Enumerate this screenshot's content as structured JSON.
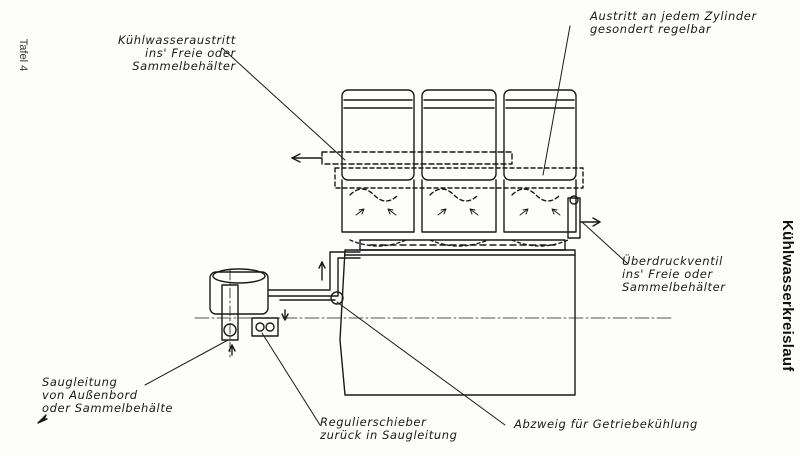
{
  "plate_label": "Tafel 4",
  "title": "Kühlwasserkreislauf",
  "labels": {
    "kuehlwasseraustritt": {
      "lines": [
        "Kühlwasseraustritt",
        "ins' Freie oder",
        "Sammelbehälter"
      ]
    },
    "austritt_zylinder": {
      "lines": [
        "Austritt an jedem Zylinder",
        "gesondert regelbar"
      ]
    },
    "ueberdruckventil": {
      "lines": [
        "Überdruckventil",
        "ins' Freie oder",
        "Sammelbehälter"
      ]
    },
    "saugleitung": {
      "lines": [
        "Saugleitung",
        "von Außenbord",
        "oder Sammelbehälte"
      ]
    },
    "regulierschieber": {
      "lines": [
        "Regulierschieber",
        "zurück in Saugleitung"
      ]
    },
    "abzweig": {
      "lines": [
        "Abzweig für Getriebekühlung"
      ]
    }
  },
  "colors": {
    "ink": "#1a1a1a",
    "paper": "#fdfdfb"
  }
}
